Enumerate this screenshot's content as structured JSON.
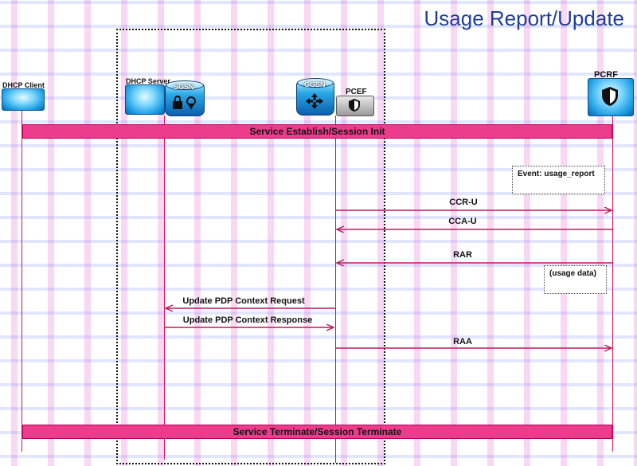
{
  "title": "Usage Report/Update",
  "nodes": {
    "dhcp_client": "DHCP Client",
    "dhcp_server": "DHCP Server",
    "sgsn": "SGSN",
    "ggsn": "GGSN",
    "pcef": "PCEF",
    "pcrf": "PCRF"
  },
  "bars": {
    "top": "Service Establish/Session Init",
    "bottom": "Service Terminate/Session Terminate"
  },
  "notes": {
    "event": "Event: usage_report",
    "usage_data": "(usage data)"
  },
  "messages": [
    "CCR-U",
    "CCA-U",
    "RAR",
    "Update PDP Context Request",
    "Update PDP Context Response",
    "RAA"
  ],
  "colors": {
    "title": "#1f3d9a",
    "lifeline": "#d4145a",
    "bar": "#ee3c8c"
  }
}
